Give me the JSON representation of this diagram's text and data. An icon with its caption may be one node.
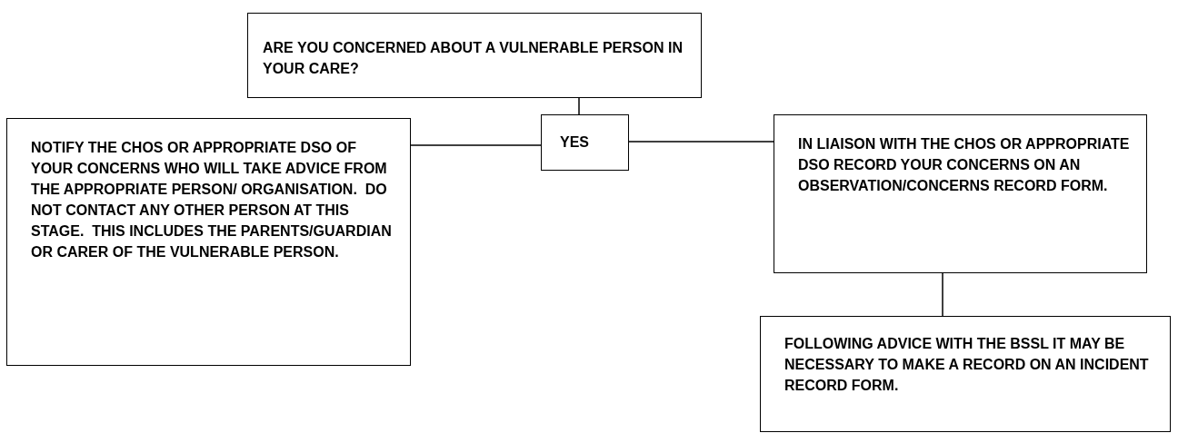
{
  "diagram": {
    "nodes": [
      {
        "text": [
          "ARE YOU CONCERNED ABOUT A VULNERABLE PERSON IN YOUR CARE?"
        ]
      },
      {
        "text": [
          "NOTIFY THE CHOS OR APPROPRIATE DSO OF YOUR CONCERNS WHO WILL TAKE ADVICE FROM THE APPROPRIATE PERSON/ ORGANISATION.  DO NOT CONTACT ANY OTHER PERSON AT THIS STAGE.  THIS INCLUDES THE PARENTS/GUARDIAN OR CARER OF THE VULNERABLE PERSON."
        ]
      },
      {
        "text": [
          "YES"
        ]
      },
      {
        "text": [
          "IN LIAISON WITH THE CHOS OR APPROPRIATE DSO RECORD YOUR CONCERNS ON AN OBSERVATION/CONCERNS RECORD FORM."
        ]
      },
      {
        "text": [
          "FOLLOWING ADVICE WITH THE BSSL IT MAY BE NECESSARY TO MAKE A RECORD ON AN INCIDENT RECORD FORM."
        ]
      }
    ],
    "edges": [
      {
        "from": 0,
        "to": 2,
        "arrow": "none"
      },
      {
        "from": 2,
        "to": 1,
        "arrow": "none"
      },
      {
        "from": 2,
        "to": 3,
        "arrow": "none"
      },
      {
        "from": 3,
        "to": 4,
        "arrow": "none"
      }
    ]
  }
}
